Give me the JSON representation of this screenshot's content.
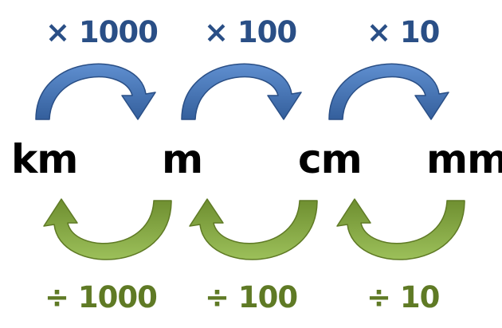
{
  "multiply_labels": [
    "× 1000",
    "× 100",
    "× 10"
  ],
  "divide_labels": [
    "÷ 1000",
    "÷ 100",
    "÷ 10"
  ],
  "units": [
    "km",
    "m",
    "cm",
    "mm"
  ],
  "colors": {
    "multiply_arrow": "#4a7abf",
    "multiply_text": "#2a4f86",
    "divide_arrow": "#8cb04a",
    "divide_text": "#5f7a25",
    "unit_text": "#000000",
    "background": "#ffffff"
  },
  "icons": {
    "multiply_arrow": "curved-arrow-right-icon",
    "divide_arrow": "curved-arrow-left-icon"
  }
}
